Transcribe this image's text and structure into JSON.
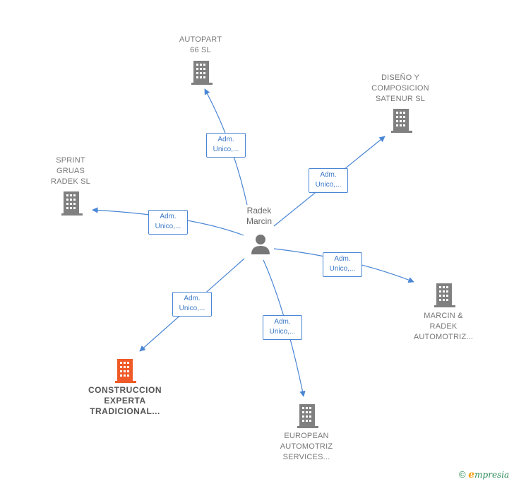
{
  "center": {
    "name": "Radek\nMarcin",
    "icon": "person-icon"
  },
  "edge_label": "Adm.\nUnico,...",
  "nodes": [
    {
      "id": "autopart",
      "label": "AUTOPART\n66 SL",
      "main": false,
      "color": "#808080"
    },
    {
      "id": "diseno",
      "label": "DISEÑO Y\nCOMPOSICION\nSATENUR  SL",
      "main": false,
      "color": "#808080"
    },
    {
      "id": "sprint",
      "label": "SPRINT\nGRUAS\nRADEK  SL",
      "main": false,
      "color": "#808080"
    },
    {
      "id": "marcin",
      "label": "MARCIN &\nRADEK\nAUTOMOTRIZ...",
      "main": false,
      "color": "#808080"
    },
    {
      "id": "construccion",
      "label": "CONSTRUCCION\nEXPERTA\nTRADICIONAL...",
      "main": true,
      "color": "#f05a28"
    },
    {
      "id": "european",
      "label": "EUROPEAN\nAUTOMOTRIZ\nSERVICES...",
      "main": false,
      "color": "#808080"
    }
  ],
  "edges": [
    {
      "to": "autopart",
      "label": "Adm.\nUnico,..."
    },
    {
      "to": "diseno",
      "label": "Adm.\nUnico,..."
    },
    {
      "to": "sprint",
      "label": "Adm.\nUnico,..."
    },
    {
      "to": "marcin",
      "label": "Adm.\nUnico,..."
    },
    {
      "to": "construccion",
      "label": "Adm.\nUnico,..."
    },
    {
      "to": "european",
      "label": "Adm.\nUnico,..."
    }
  ],
  "footer": {
    "copyright": "©",
    "brand_first": "e",
    "brand_rest": "mpresia"
  },
  "colors": {
    "edge": "#4a86d4",
    "building": "#808080",
    "highlight": "#f05a28",
    "person": "#777777"
  }
}
